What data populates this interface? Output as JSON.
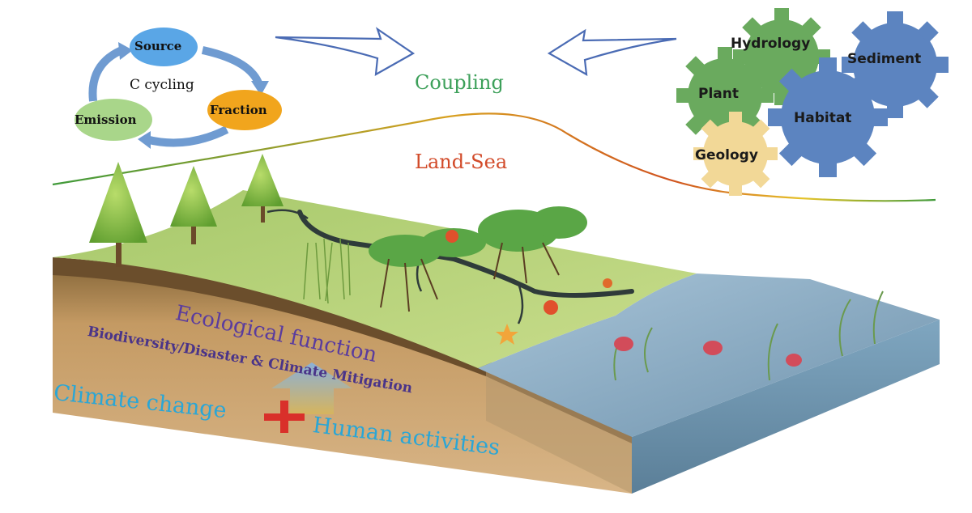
{
  "colors": {
    "source": "#5aa6e6",
    "fraction": "#f1a51d",
    "emission": "#a9d68a",
    "cycle_arrow": "#6f9bd1",
    "coupling": "#3da05a",
    "land_sea": "#d24b2a",
    "ecological": "#5a3c9e",
    "climate": "#2aa6d6",
    "plus": "#d9302a",
    "gear_green": "#6aaa5e",
    "gear_blue": "#5c84c0",
    "gear_yellow": "#f2d897"
  },
  "cycle": {
    "source": "Source",
    "fraction": "Fraction",
    "emission": "Emission",
    "center": "C cycling"
  },
  "coupling": "Coupling",
  "land_sea": "Land-Sea",
  "gears": {
    "hydrology": "Hydrology",
    "sediment": "Sediment",
    "plant": "Plant",
    "habitat": "Habitat",
    "geology": "Geology"
  },
  "ecological": {
    "title": "Ecological function",
    "subtitle": "Biodiversity/Disaster & Climate Mitigation"
  },
  "drivers": {
    "climate": "Climate change",
    "human": "Human activities"
  }
}
